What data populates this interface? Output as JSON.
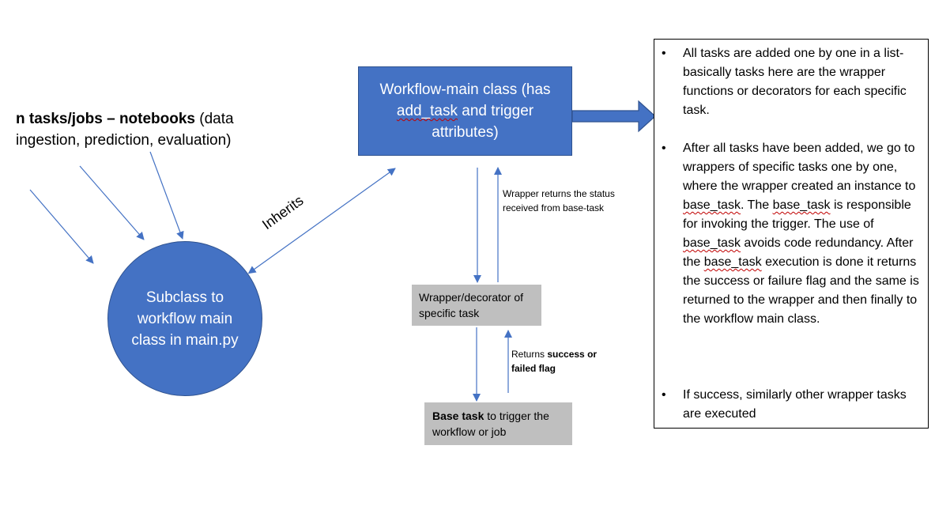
{
  "tasks_label": {
    "bold": "n tasks/jobs – notebooks",
    "rest": " (data ingestion, prediction, evaluation)"
  },
  "subclass_circle": {
    "text": "Subclass to workflow main class in main.py"
  },
  "inherits_label": "Inherits",
  "main_class_box": {
    "line1": "Workflow-main class (has",
    "add_task": "add_task",
    "line2_rest": " and trigger",
    "line3": "attributes)"
  },
  "wrapper_returns_label": "Wrapper returns the status received from base-task",
  "wrapper_box": {
    "text": "Wrapper/decorator of specific task"
  },
  "returns_flag_label": {
    "prefix": "Returns ",
    "bold": "success or failed flag"
  },
  "base_task_box": {
    "bold": "Base task",
    "rest": " to trigger the workflow or job"
  },
  "description_panel": {
    "bullet_symbol": "•",
    "items": [
      {
        "segments": [
          {
            "text": "All tasks are added one by one in a list-basically tasks here are the wrapper functions or decorators for each specific task.",
            "squiggle": false
          }
        ]
      },
      {
        "segments": [
          {
            "text": "After all tasks have been added, we go to wrappers of specific tasks one by one, where the wrapper created an instance to ",
            "squiggle": false
          },
          {
            "text": "base_task",
            "squiggle": true
          },
          {
            "text": ". The ",
            "squiggle": false
          },
          {
            "text": "base_task",
            "squiggle": true
          },
          {
            "text": " is responsible for invoking the trigger. The use of ",
            "squiggle": false
          },
          {
            "text": "base_task",
            "squiggle": true
          },
          {
            "text": " avoids code redundancy. After the ",
            "squiggle": false
          },
          {
            "text": "base_task",
            "squiggle": true
          },
          {
            "text": " execution is done it returns the success or failure flag and the same is returned to the wrapper and then finally to the workflow main class.",
            "squiggle": false
          }
        ]
      },
      {
        "segments": [
          {
            "text": "If success, similarly other wrapper tasks are executed",
            "squiggle": false
          }
        ]
      }
    ]
  },
  "colors": {
    "box_blue": "#4472c4",
    "box_border": "#2f528f",
    "grey_box": "#bfbfbf",
    "connector": "#4472c4",
    "spellcheck": "#c00000"
  }
}
